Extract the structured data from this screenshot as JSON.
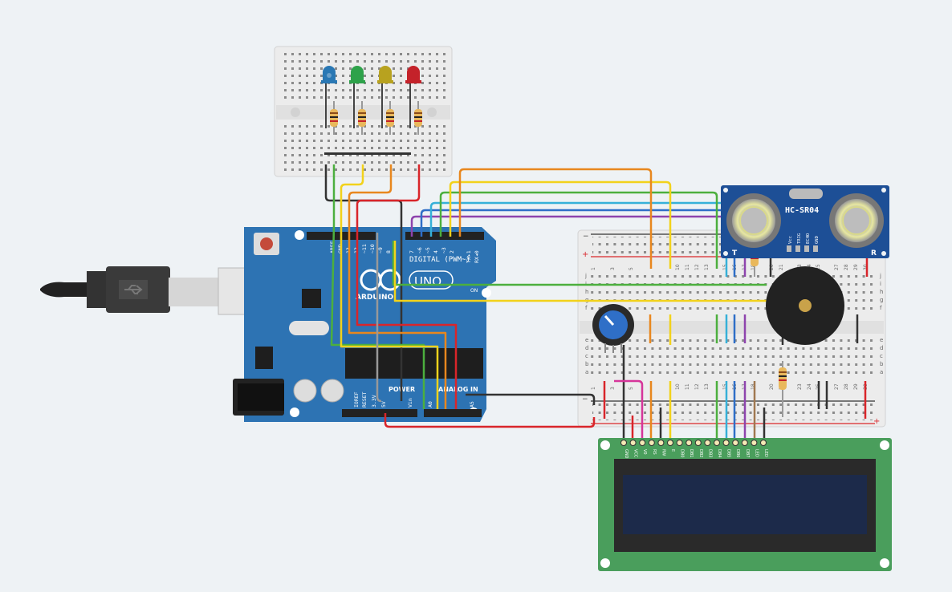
{
  "arduino": {
    "digital_header": "DIGITAL (PWM~)",
    "uno_badge": "UNO",
    "brand": "ARDUINO",
    "tx_label": "TX▸1",
    "rx_label": "RX◂0",
    "aref_label": "AREF",
    "gnd_label": "GND",
    "pin_13": "13",
    "pin_12": "12",
    "pin_11": "~11",
    "pin_10": "~10",
    "pin_9": "~9",
    "pin_8": "8",
    "pin_7": "7",
    "pin_6": "~6",
    "pin_5": "~5",
    "pin_4": "4",
    "pin_3": "~3",
    "pin_2": "2",
    "on_label": "ON",
    "power_label": "POWER",
    "analog_label": "ANALOG IN",
    "ioref_label": "IOREF",
    "reset_label": "RESET",
    "v33_label": "3.3V",
    "v5_label": "5V",
    "vin_label": "Vin",
    "a0_label": "A0",
    "a5_label": "A5"
  },
  "sensor": {
    "model": "HC-SR04",
    "pin_vcc": "Vcc",
    "pin_trig": "TRIG",
    "pin_echo": "ECHO",
    "pin_gnd": "GND",
    "t_label": "T",
    "r_label": "R"
  },
  "breadboard": {
    "row_letters_top": [
      "j",
      "i",
      "h",
      "g",
      "f"
    ],
    "row_letters_bottom": [
      "e",
      "d",
      "c",
      "b",
      "a"
    ],
    "col_numbers": [
      "1",
      "3",
      "5",
      "10",
      "11",
      "12",
      "13",
      "15",
      "16",
      "17",
      "18",
      "20",
      "21",
      "23",
      "24",
      "25",
      "27",
      "28",
      "29",
      "30"
    ],
    "plus": "+",
    "minus": "−"
  },
  "lcd": {
    "pins": [
      "GND",
      "VCC",
      "V0",
      "RS",
      "RW",
      "E",
      "DB0",
      "DB1",
      "DB2",
      "DB3",
      "DB4",
      "DB5",
      "DB6",
      "DB7",
      "LED",
      "LED"
    ]
  },
  "colors": {
    "background": "#eef2f5",
    "arduino_blue": "#2d73b3",
    "sensor_blue": "#1d4f96",
    "lcd_green": "#4a9e5c",
    "lcd_screen": "#1c2a4a",
    "wire_red": "#d9252a",
    "wire_black": "#333333",
    "wire_yellow": "#f2d21b",
    "wire_green": "#4caf3e",
    "wire_orange": "#e8871e",
    "wire_cyan": "#36b0d8",
    "wire_purple": "#8e44ad",
    "wire_blue": "#2f6fc7",
    "wire_gray": "#999999",
    "wire_pink": "#d6359a",
    "led_blue": "#2a78b4",
    "led_green": "#2ea24a",
    "led_yellow": "#b8a21f",
    "led_red": "#c4222a"
  },
  "icons": [
    "usb-plug-icon",
    "usb-symbol-icon",
    "reset-button-icon",
    "arduino-logo-icon",
    "ultrasonic-transducer-icon",
    "buzzer-icon",
    "potentiometer-icon",
    "led-icon",
    "resistor-icon"
  ]
}
